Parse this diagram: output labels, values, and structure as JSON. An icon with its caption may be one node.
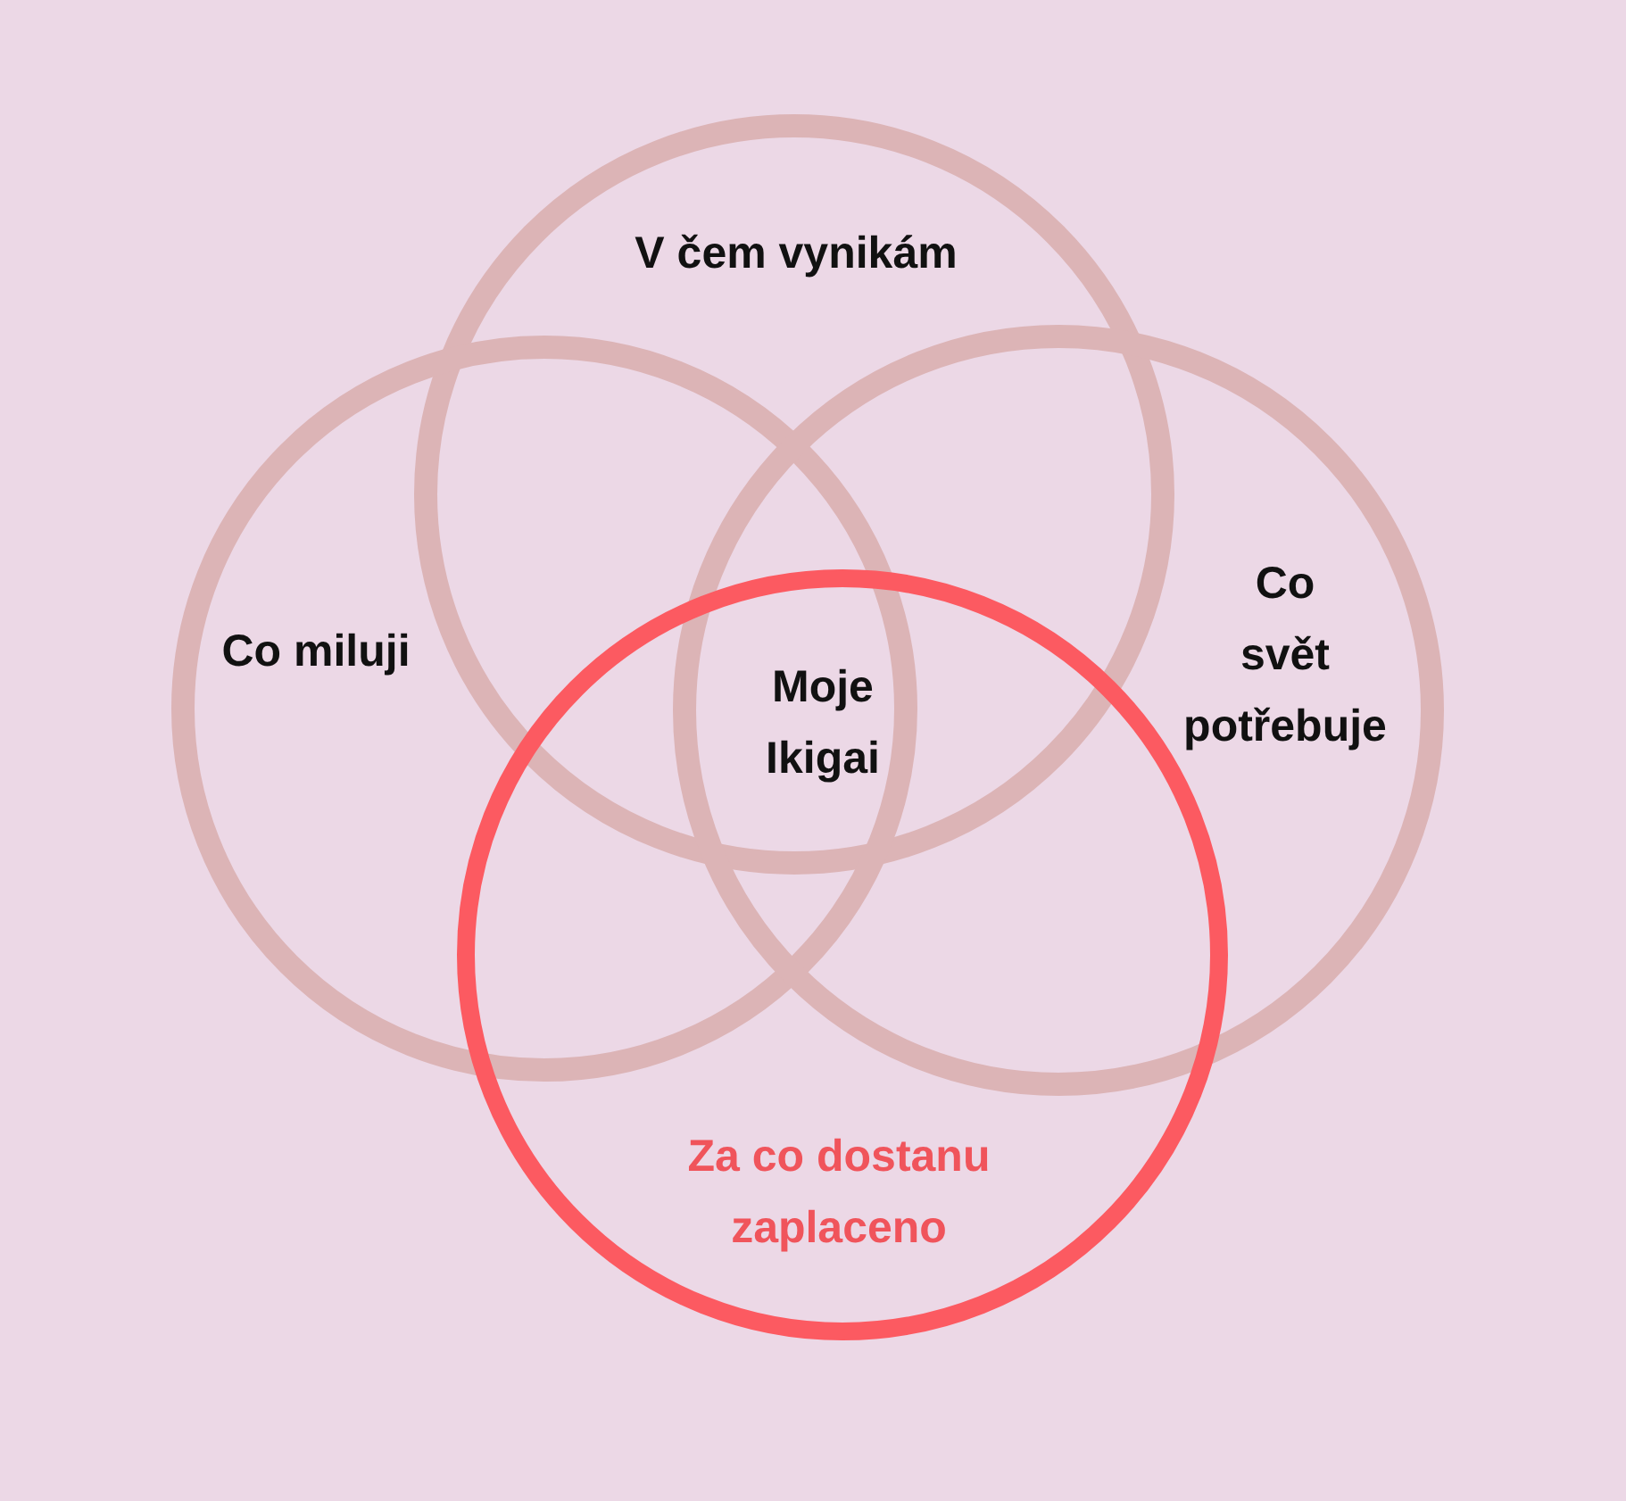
{
  "diagram": {
    "nodes": [
      {
        "text": [
          "V čem vynikám"
        ]
      },
      {
        "text": [
          "Co miluji"
        ]
      },
      {
        "text": [
          "Co svět potřebuje"
        ]
      },
      {
        "text": [
          "Za co dostanu zaplaceno"
        ]
      }
    ],
    "labels": [
      "Moje Ikigai"
    ]
  }
}
